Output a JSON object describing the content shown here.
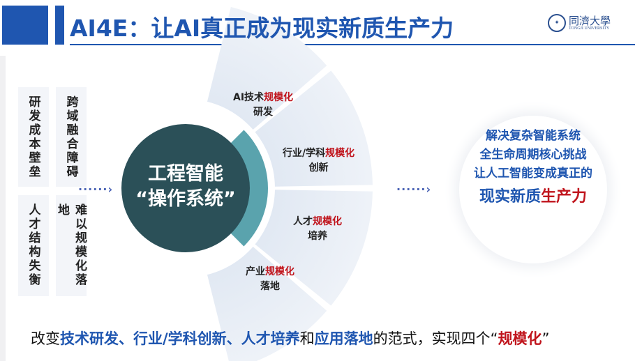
{
  "header": {
    "title": "AI4E：让AI真正成为现实新质生产力",
    "logo_cn": "同濟大學",
    "logo_en": "TONGJI UNIVERSITY"
  },
  "challenges": [
    "研发成本壁垒",
    "跨域融合障碍",
    "人才结构失衡",
    "难以规模化落地"
  ],
  "center": {
    "line1": "工程智能",
    "line2": "“操作系统”"
  },
  "sectors": [
    {
      "pre": "AI技术",
      "hl": "规模化",
      "post": "研发"
    },
    {
      "pre": "行业/学科",
      "hl": "规模化",
      "post": "创新"
    },
    {
      "pre": "人才",
      "hl": "规模化",
      "post": "培养"
    },
    {
      "pre": "产业",
      "hl": "规模化",
      "post": "落地"
    }
  ],
  "result": {
    "line1": "解决复杂智能系统",
    "line2": "全生命周期核心挑战",
    "line3": "让人工智能变成真正的",
    "line4a": "现实新质",
    "line4b": "生产力"
  },
  "bottom": {
    "p1": "改变",
    "b1": "技术研发、行业/学科创新、人才培养",
    "p2": "和",
    "b2": "应用落地",
    "p3": "的范式，实现四个“",
    "r": "规模化",
    "p4": "”"
  },
  "colors": {
    "brand": "#1f56b0",
    "accent": "#c0141c",
    "core": "#2b5058",
    "ring": "#5aa3ad"
  }
}
